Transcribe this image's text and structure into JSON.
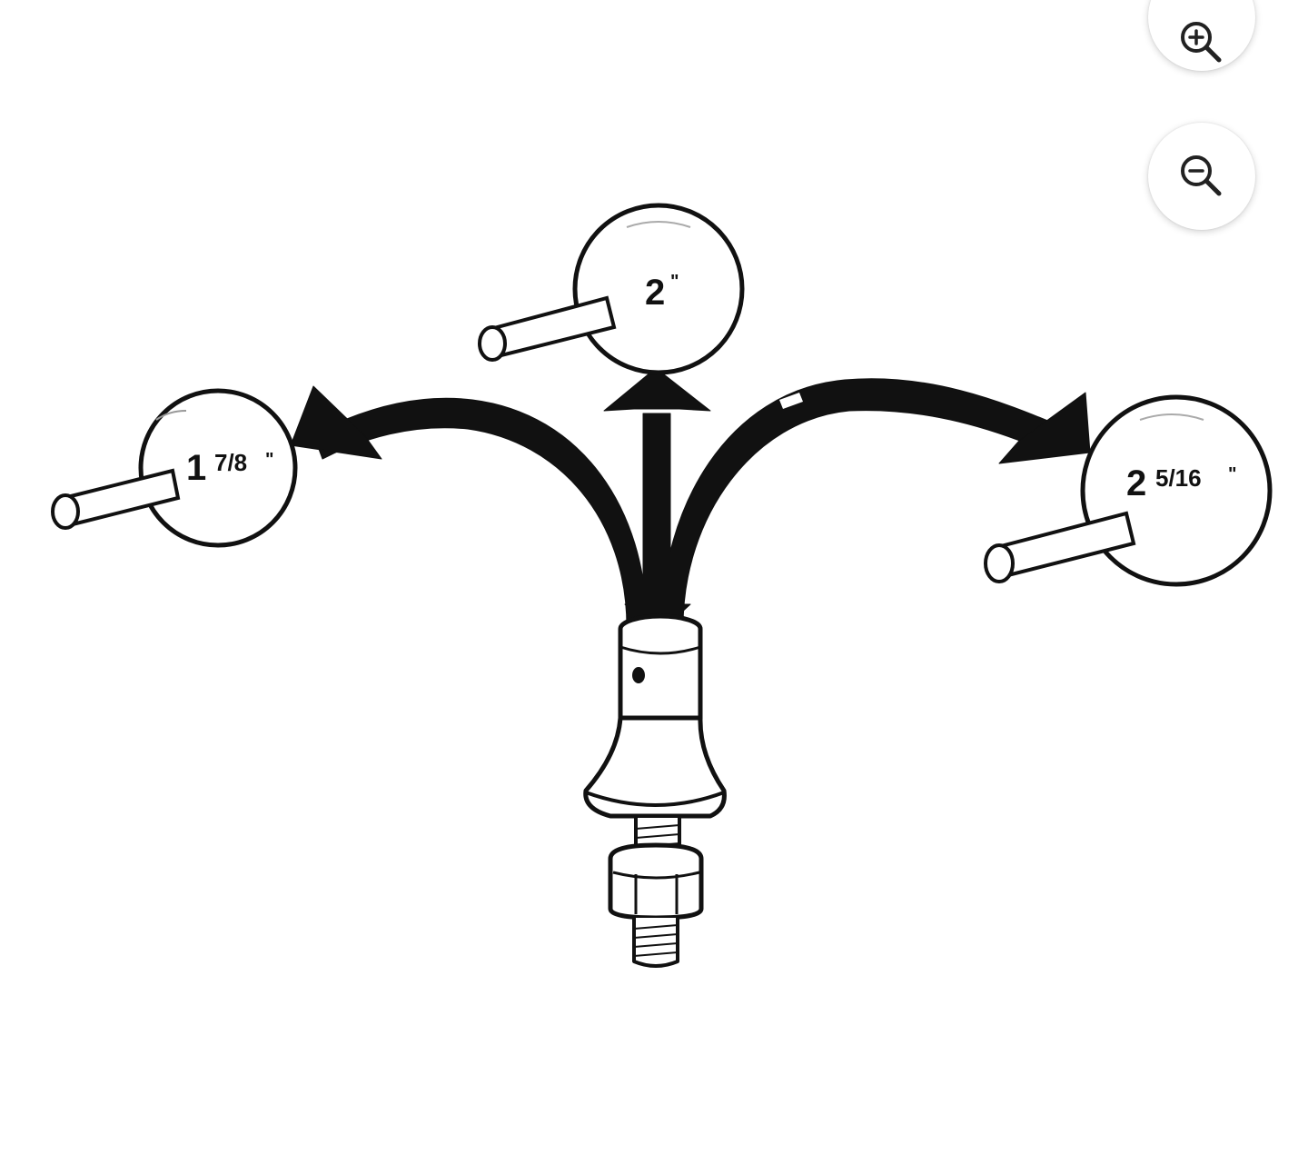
{
  "toolbar": {
    "zoom_in_icon": "zoom-in-icon",
    "zoom_out_icon": "zoom-out-icon"
  },
  "image": {
    "balls": [
      {
        "whole": "1",
        "fraction": "7/8",
        "unit": "\""
      },
      {
        "whole": "2",
        "fraction": "",
        "unit": "\""
      },
      {
        "whole": "2",
        "fraction": "5/16",
        "unit": "\""
      }
    ]
  },
  "colors": {
    "ink": "#111111",
    "background": "#ffffff",
    "icon": "#222222"
  }
}
